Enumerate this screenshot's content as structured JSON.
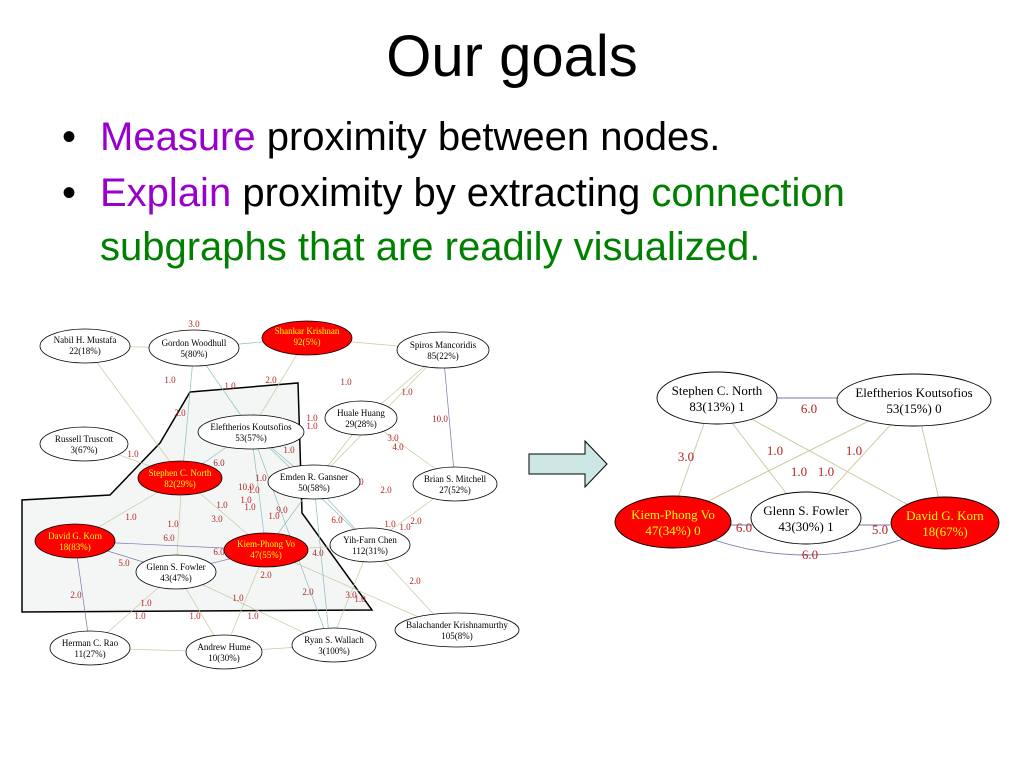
{
  "slide": {
    "title": "Our goals",
    "bullets": [
      {
        "parts": [
          {
            "text": "Measure",
            "color": "purple"
          },
          {
            "text": " proximity between nodes.",
            "color": "black"
          }
        ]
      },
      {
        "parts": [
          {
            "text": "Explain",
            "color": "purple"
          },
          {
            "text": " proximity by extracting ",
            "color": "black"
          },
          {
            "text": "connection subgraphs that are readily visualized.",
            "color": "green"
          }
        ]
      }
    ]
  },
  "colors": {
    "highlight_node": "#ff0000",
    "node_text_on_red": "#ffff00",
    "edge_label": "#b22222",
    "accent_purple": "#9900cc",
    "accent_green": "#008000",
    "arrow_fill": "#cce6e6"
  },
  "left_graph": {
    "nodes": [
      {
        "id": "mustafa",
        "name": "Nabil H. Mustafa",
        "stat": "22(18%)",
        "highlight": false
      },
      {
        "id": "woodhull",
        "name": "Gordon Woodhull",
        "stat": "5(80%)",
        "highlight": false
      },
      {
        "id": "krishnan",
        "name": "Shankar Krishnan",
        "stat": "92(5%)",
        "highlight": true
      },
      {
        "id": "mancoridis",
        "name": "Spiros Mancoridis",
        "stat": "85(22%)",
        "highlight": false
      },
      {
        "id": "truscott",
        "name": "Russell Truscott",
        "stat": "3(67%)",
        "highlight": false
      },
      {
        "id": "koutsofios",
        "name": "Eleftherios Koutsofios",
        "stat": "53(57%)",
        "highlight": false
      },
      {
        "id": "huang",
        "name": "Huale Huang",
        "stat": "29(28%)",
        "highlight": false
      },
      {
        "id": "north",
        "name": "Stephen C. North",
        "stat": "82(29%)",
        "highlight": true
      },
      {
        "id": "gansner",
        "name": "Emden R. Gansner",
        "stat": "50(58%)",
        "highlight": false
      },
      {
        "id": "mitchell",
        "name": "Brian S. Mitchell",
        "stat": "27(52%)",
        "highlight": false
      },
      {
        "id": "korn",
        "name": "David G. Korn",
        "stat": "18(83%)",
        "highlight": true
      },
      {
        "id": "vo",
        "name": "Kiem-Phong Vo",
        "stat": "47(55%)",
        "highlight": true
      },
      {
        "id": "chen",
        "name": "Yih-Farn Chen",
        "stat": "112(31%)",
        "highlight": false
      },
      {
        "id": "fowler",
        "name": "Glenn S. Fowler",
        "stat": "43(47%)",
        "highlight": false
      },
      {
        "id": "rao",
        "name": "Herman C. Rao",
        "stat": "11(27%)",
        "highlight": false
      },
      {
        "id": "hume",
        "name": "Andrew Hume",
        "stat": "10(30%)",
        "highlight": false
      },
      {
        "id": "wallach",
        "name": "Ryan S. Wallach",
        "stat": "3(100%)",
        "highlight": false
      },
      {
        "id": "krishnamurthy",
        "name": "Balachander Krishnamurthy",
        "stat": "105(8%)",
        "highlight": false
      }
    ],
    "edge_labels": [
      "3.0",
      "1.0",
      "1.0",
      "2.0",
      "1.0",
      "1.0",
      "2.0",
      "1.0",
      "1.0",
      "10.0",
      "1.0",
      "3.0",
      "4.0",
      "6.0",
      "1.0",
      "10.0",
      "1.0",
      "5.0",
      "2.0",
      "1.0",
      "3.0",
      "1.0",
      "1.0",
      "9.0",
      "1.0",
      "2.0",
      "6.0",
      "1.0",
      "6.0",
      "6.0",
      "1.0",
      "5.0",
      "2.0",
      "4.0",
      "2.0",
      "2.0",
      "2.0",
      "1.0",
      "1.0",
      "1.0",
      "1.0",
      "3.0",
      "1.0",
      "1.0",
      "1.0",
      "1.0",
      "1.0"
    ]
  },
  "right_graph": {
    "nodes": [
      {
        "id": "north",
        "name": "Stephen C. North",
        "stat": "83(13%) 1",
        "highlight": false
      },
      {
        "id": "koutsofios",
        "name": "Eleftherios Koutsofios",
        "stat": "53(15%) 0",
        "highlight": false
      },
      {
        "id": "vo",
        "name": "Kiem-Phong Vo",
        "stat": "47(34%) 0",
        "highlight": true
      },
      {
        "id": "fowler",
        "name": "Glenn S. Fowler",
        "stat": "43(30%) 1",
        "highlight": false
      },
      {
        "id": "korn",
        "name": "David G. Korn",
        "stat": "18(67%)",
        "highlight": true
      }
    ],
    "edge_labels": {
      "north_koutsofios": "6.0",
      "north_vo": "3.0",
      "north_fowler": "1.0",
      "koutsofios_korn": "1.0",
      "cross_a": "1.0",
      "cross_b": "1.0",
      "vo_fowler": "6.0",
      "fowler_korn": "5.0",
      "vo_korn": "6.0"
    }
  }
}
